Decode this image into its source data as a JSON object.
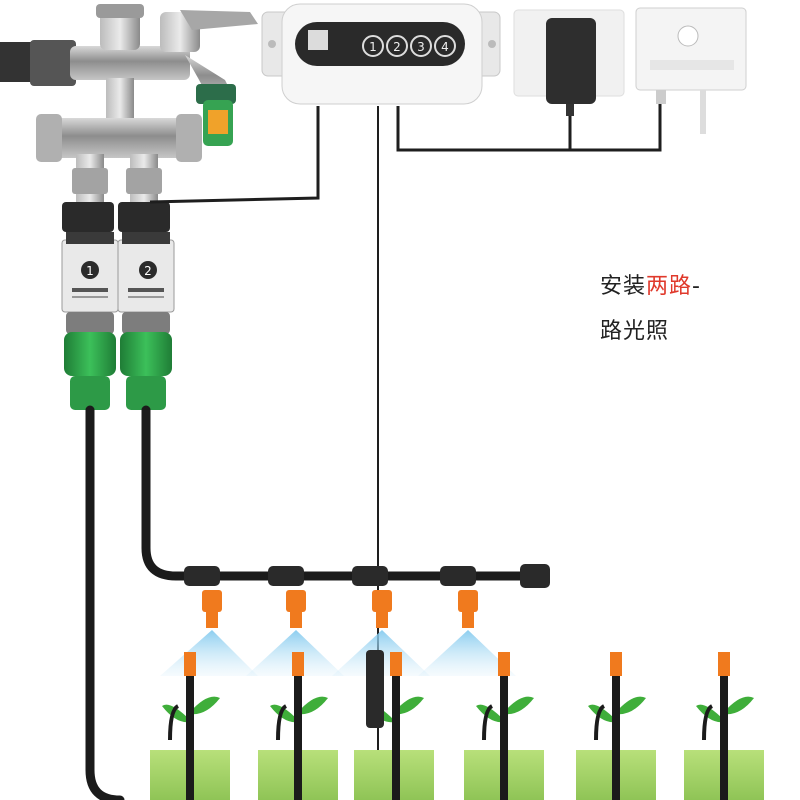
{
  "controller": {
    "buttons": [
      "1",
      "2",
      "3",
      "4"
    ]
  },
  "valves": [
    {
      "number": "1"
    },
    {
      "number": "2"
    }
  ],
  "caption": {
    "line1_prefix": "安装",
    "line1_highlight": "两路",
    "line1_suffix": "-",
    "line2": "路光照"
  },
  "colors": {
    "hose_green": "#2e9e48",
    "nozzle_orange": "#f07a1e",
    "pipe_black": "#1b1b1b",
    "pot_green": "#a8d66a",
    "leaf_green": "#3fae3a",
    "spray_blue": "#bfe3f5",
    "caption_red": "#e0392b"
  }
}
